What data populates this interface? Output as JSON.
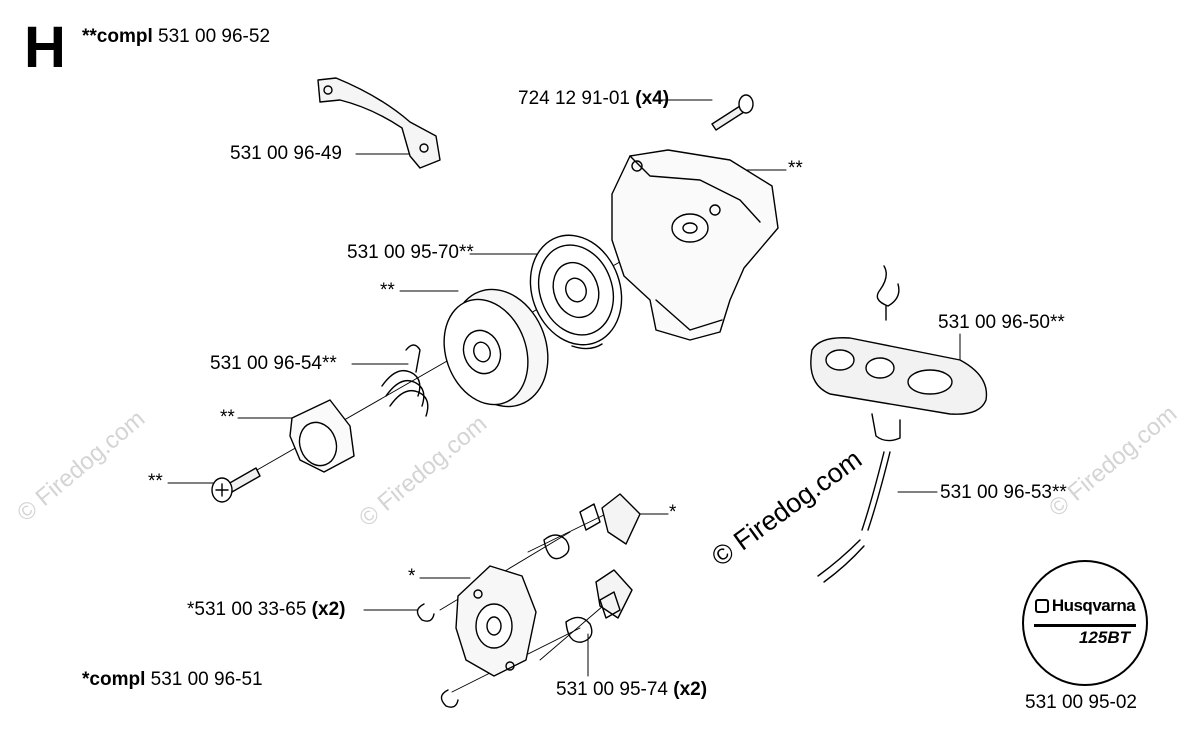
{
  "section": "H",
  "header": {
    "prefix": "**compl",
    "number": "531 00 96-52"
  },
  "footer_note": {
    "prefix": "*compl",
    "number": "531 00 96-51"
  },
  "labels": {
    "screw_top": {
      "text": "724 12 91-01 ",
      "bold": "(x4)"
    },
    "gasket": {
      "text": "531 00 96-49",
      "bold": ""
    },
    "housing": {
      "text": "**",
      "bold": ""
    },
    "rewind_spring": {
      "text": "531 00 95-70**",
      "bold": ""
    },
    "pulley": {
      "text": "**",
      "bold": ""
    },
    "spring": {
      "text": "531 00 96-54**",
      "bold": ""
    },
    "cap": {
      "text": "**",
      "bold": ""
    },
    "screw_bottom": {
      "text": "**",
      "bold": ""
    },
    "handle": {
      "text": "531 00 96-50**",
      "bold": ""
    },
    "cord": {
      "text": "531 00 96-53**",
      "bold": ""
    },
    "pawl": {
      "text": "*",
      "bold": ""
    },
    "hub": {
      "text": "*",
      "bold": ""
    },
    "washer": {
      "text": "*531 00 33-65 ",
      "bold": "(x2)"
    },
    "pawl_spring": {
      "text": "531 00 95-74 ",
      "bold": "(x2)"
    }
  },
  "watermark": "© Firedog.com",
  "logo": {
    "brand": "Husqvarna",
    "model": "125BT"
  },
  "figure_number": "531 00 95-02"
}
